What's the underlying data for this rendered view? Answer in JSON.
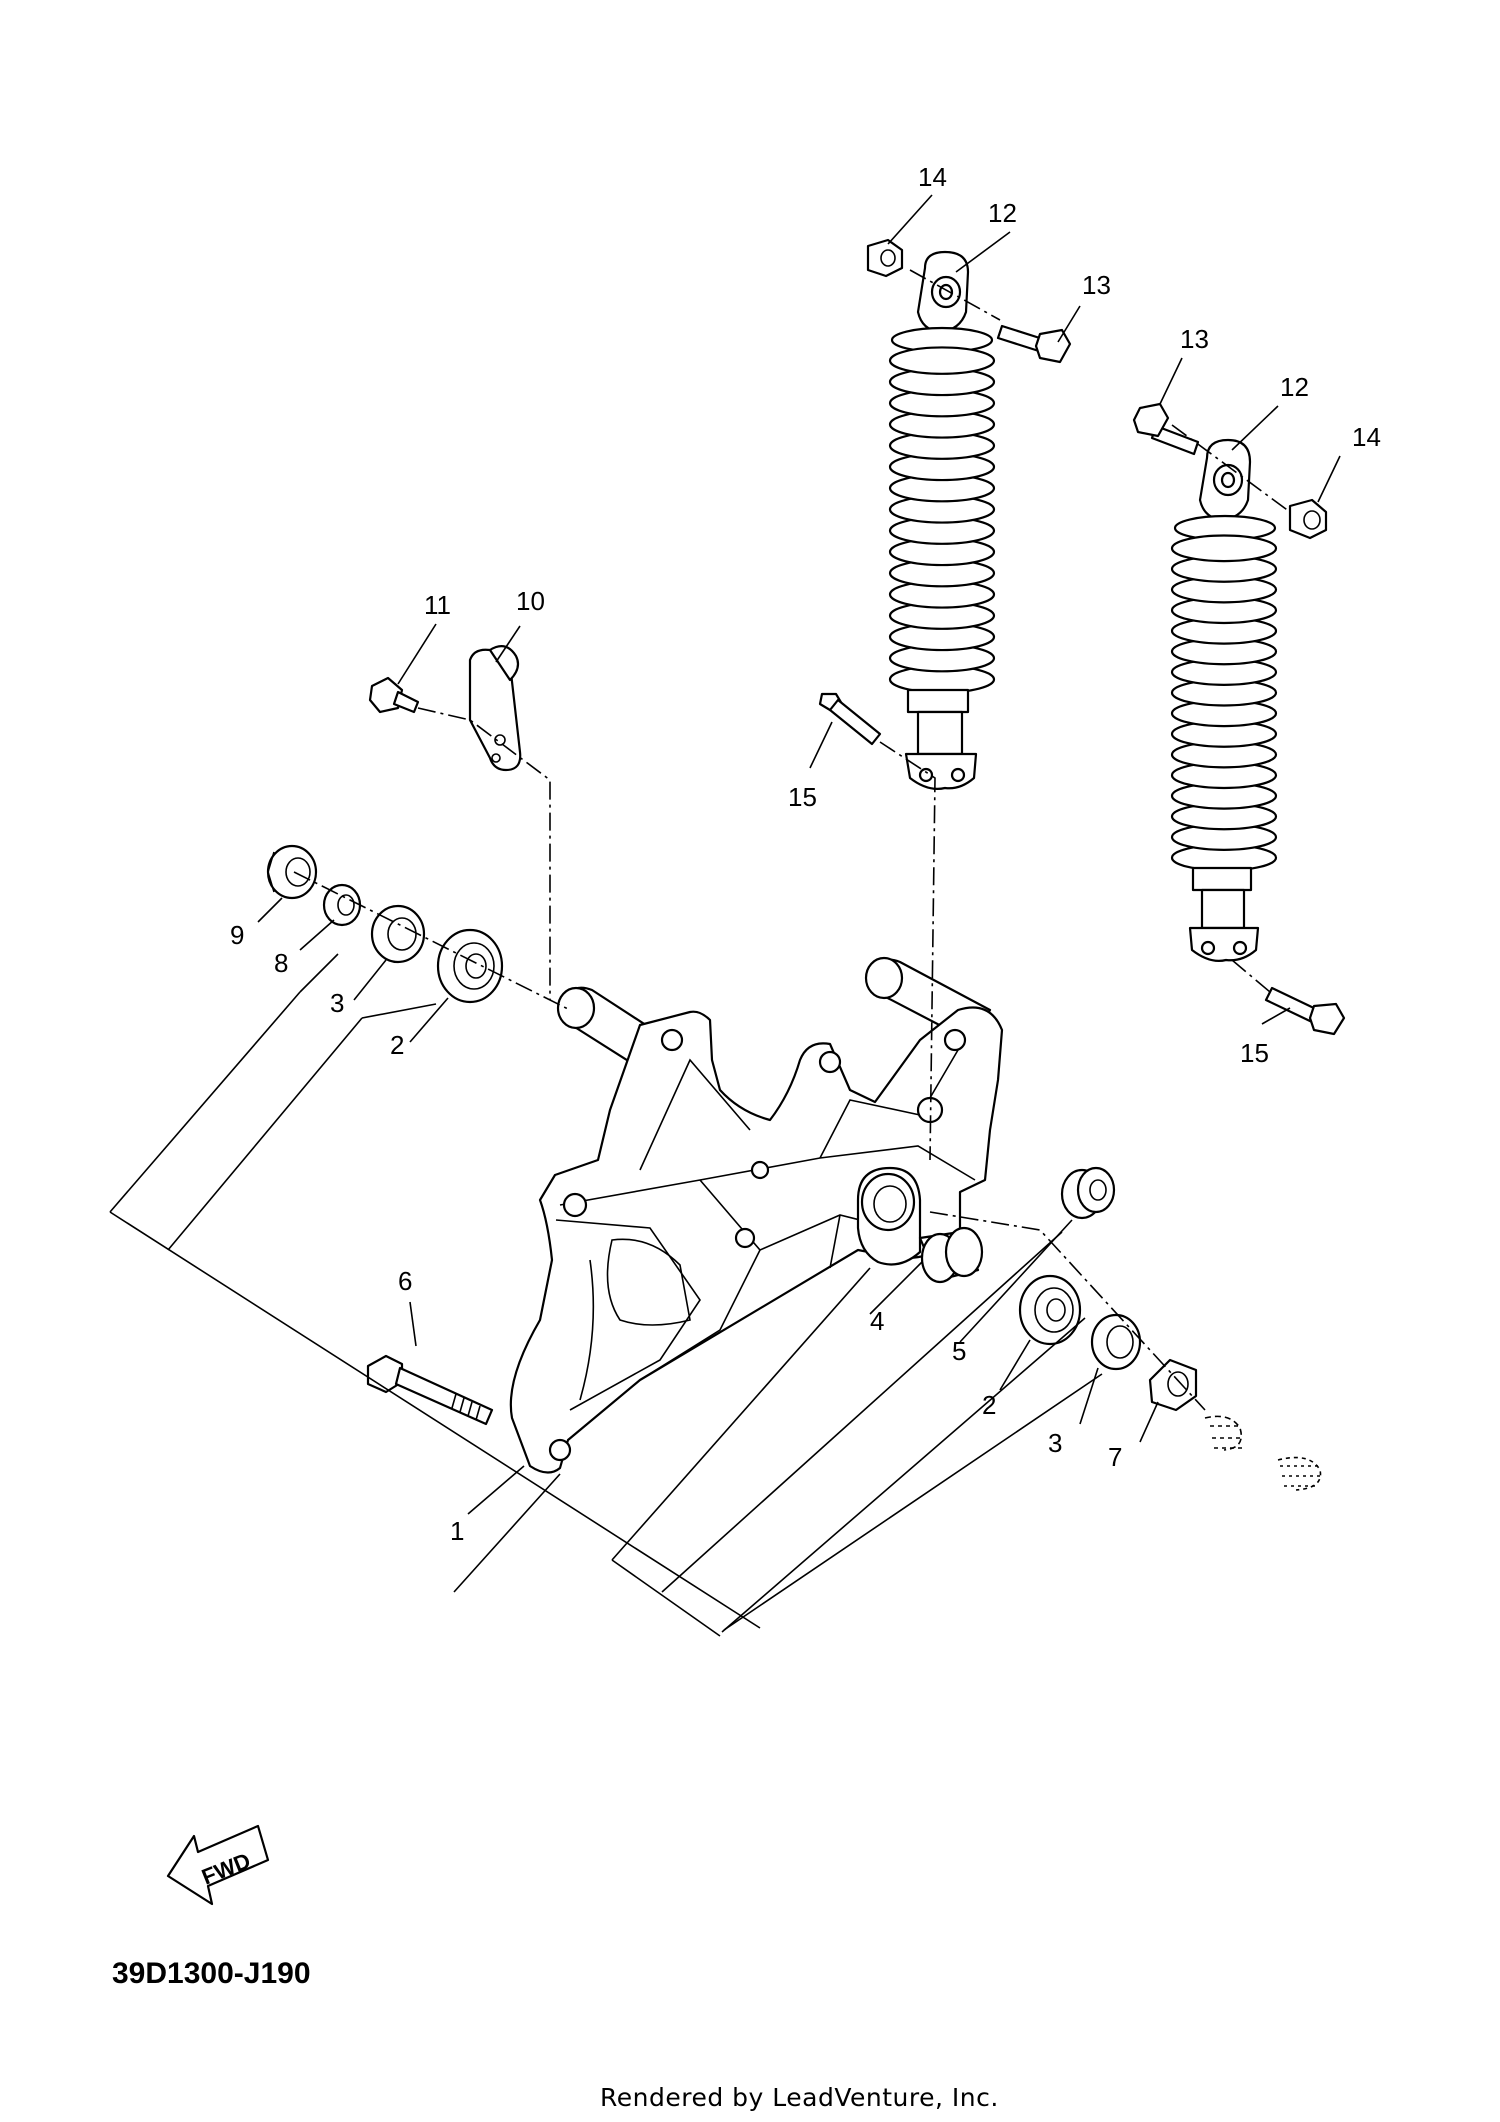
{
  "callouts": [
    {
      "id": "c14a",
      "text": "14"
    },
    {
      "id": "c12a",
      "text": "12"
    },
    {
      "id": "c13a",
      "text": "13"
    },
    {
      "id": "c13b",
      "text": "13"
    },
    {
      "id": "c12b",
      "text": "12"
    },
    {
      "id": "c14b",
      "text": "14"
    },
    {
      "id": "c11",
      "text": "11"
    },
    {
      "id": "c10",
      "text": "10"
    },
    {
      "id": "c15a",
      "text": "15"
    },
    {
      "id": "c15b",
      "text": "15"
    },
    {
      "id": "c9",
      "text": "9"
    },
    {
      "id": "c8",
      "text": "8"
    },
    {
      "id": "c3a",
      "text": "3"
    },
    {
      "id": "c2a",
      "text": "2"
    },
    {
      "id": "c6",
      "text": "6"
    },
    {
      "id": "c4",
      "text": "4"
    },
    {
      "id": "c5",
      "text": "5"
    },
    {
      "id": "c2b",
      "text": "2"
    },
    {
      "id": "c3b",
      "text": "3"
    },
    {
      "id": "c7",
      "text": "7"
    },
    {
      "id": "c1",
      "text": "1"
    }
  ],
  "fwd_label": "FWD",
  "diagram_code": "39D1300-J190",
  "credit": "Rendered by LeadVenture, Inc."
}
